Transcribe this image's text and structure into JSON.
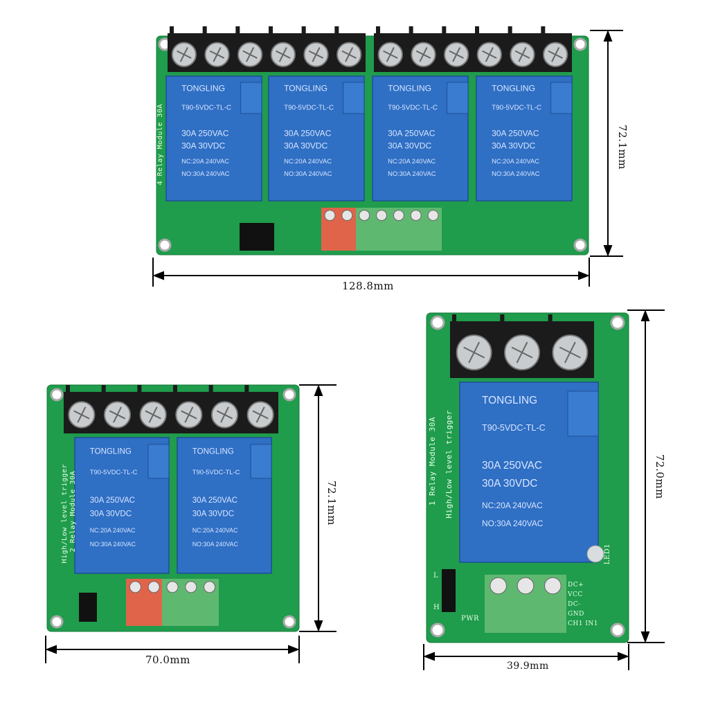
{
  "relay": {
    "brand": "TONGLING",
    "model": "T90-5VDC-TL-C",
    "rating_line1": "30A 250VAC",
    "rating_line2": "30A  30VDC",
    "rating_line3": "NC:20A 240VAC",
    "rating_line4": "NO:30A 240VAC"
  },
  "boards": {
    "four": {
      "silk": "4 Relay Module 30A",
      "width_label": "128.8mm",
      "height_label": "72.1mm"
    },
    "two": {
      "silk1": "High/Low level trigger",
      "silk2": "2 Relay Module 30A",
      "width_label": "70.0mm",
      "height_label": "72.1mm"
    },
    "one": {
      "silk1": "High/Low level trigger",
      "silk2": "1 Relay Module 30A",
      "width_label": "39.9mm",
      "height_label": "72.0mm",
      "pins": [
        "DC+ VCC",
        "DC- GND",
        "CH1 IN1"
      ],
      "led": "LED1",
      "pwr": "PWR",
      "jumper_low": "L",
      "jumper_high": "H"
    }
  },
  "colors": {
    "pcb": "#1f9c4c",
    "relay": "#2f6fc4",
    "terminal": "#1b1b1b",
    "screw_block": "#5fb870"
  }
}
